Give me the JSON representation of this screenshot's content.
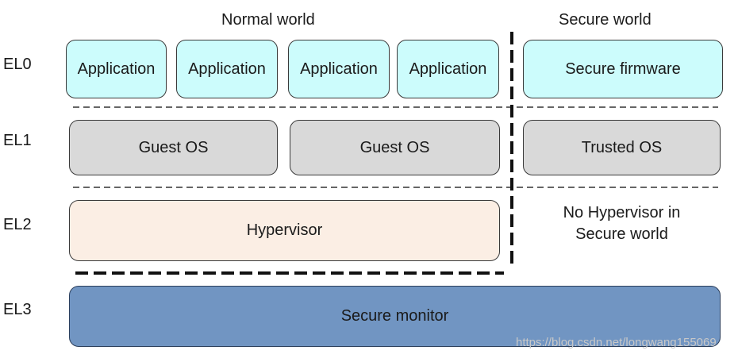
{
  "titles": {
    "normal_world": "Normal world",
    "secure_world": "Secure world"
  },
  "exception_levels": [
    "EL0",
    "EL1",
    "EL2",
    "EL3"
  ],
  "el0": {
    "applications": [
      "Application",
      "Application",
      "Application",
      "Application"
    ],
    "secure_firmware": "Secure firmware"
  },
  "el1": {
    "guest_os": [
      "Guest OS",
      "Guest OS"
    ],
    "trusted_os": "Trusted OS"
  },
  "el2": {
    "hypervisor": "Hypervisor",
    "secure_note_line1": "No Hypervisor in",
    "secure_note_line2": "Secure world"
  },
  "el3": {
    "secure_monitor": "Secure monitor"
  },
  "watermark": "https://blog.csdn.net/longwang155069",
  "colors": {
    "application": "#ccfcfc",
    "os": "#d9d9d9",
    "hypervisor": "#fbeee4",
    "secure_monitor": "#7195c2"
  }
}
